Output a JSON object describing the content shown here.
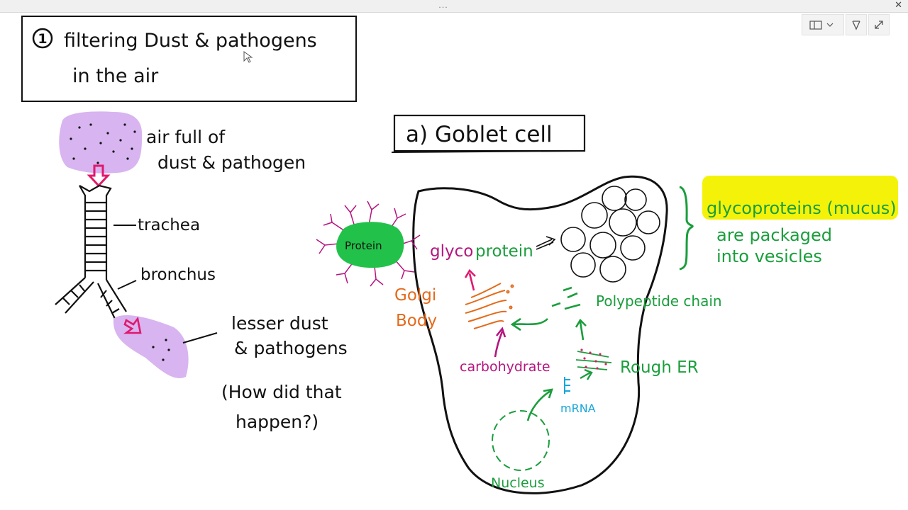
{
  "window": {
    "grip": "...",
    "close": "✕"
  },
  "toolbar": {
    "view_icon": "book-view-icon",
    "pen_icon": "pen-icon",
    "expand_icon": "expand-icon"
  },
  "colors": {
    "black": "#111111",
    "lavender": "#d8b4f0",
    "pink": "#e0196e",
    "green": "#1a9e3c",
    "protein_green": "#22c24a",
    "magenta": "#b5157e",
    "orange": "#e46a1a",
    "cyan": "#19a7d9",
    "highlight": "#f5f20a"
  },
  "notes": {
    "number": "1",
    "title_line1": "filtering Dust & pathogens",
    "title_line2": "in the air",
    "air_line1": "air full of",
    "air_line2": "dust & pathogen",
    "trachea": "trachea",
    "bronchus": "bronchus",
    "lesser_line1": "lesser dust",
    "lesser_line2": "& pathogens",
    "question_line1": "(How did that",
    "question_line2": "happen?)",
    "goblet_title": "a) Goblet cell",
    "protein": "Protein",
    "glycoprotein_glyco": "glyco",
    "glycoprotein_protein": "protein",
    "golgi_line1": "Golgi",
    "golgi_line2": "Body",
    "polypeptide": "Polypeptide chain",
    "rough_er": "Rough ER",
    "carbohydrate": "carbohydrate",
    "mrna": "mRNA",
    "nucleus": "Nucleus",
    "mucus_line1": "glycoproteins (mucus)",
    "mucus_line2": "are packaged",
    "mucus_line3": "into vesicles"
  }
}
